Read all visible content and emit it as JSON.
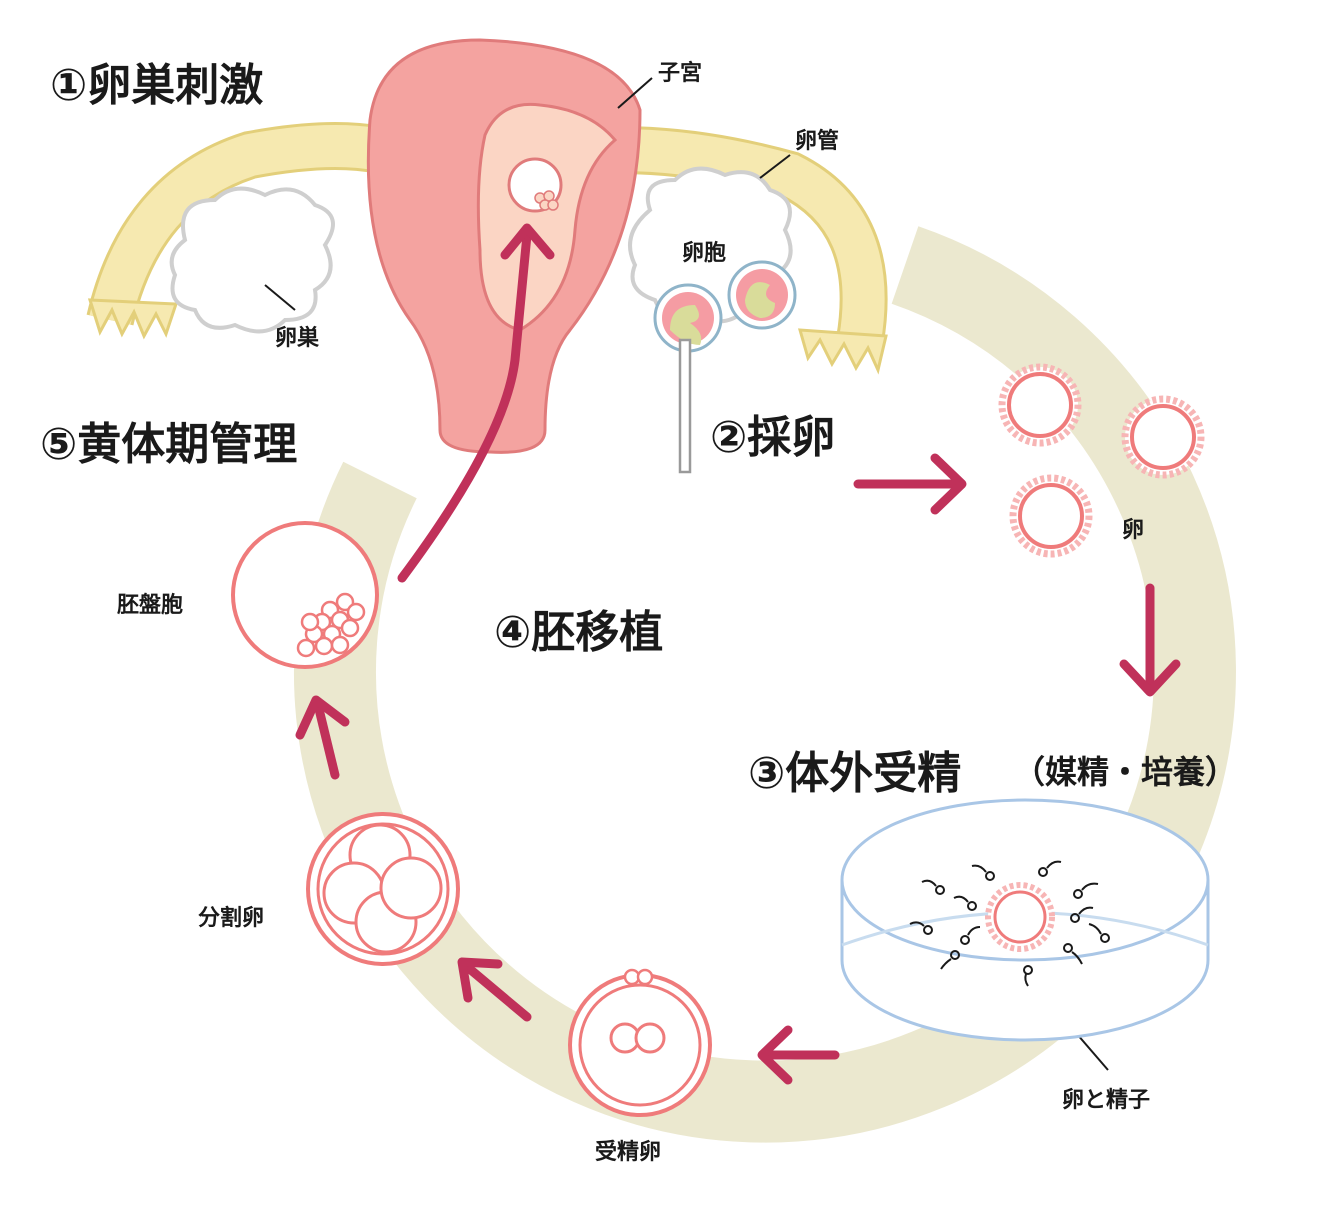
{
  "steps": {
    "s1": "①卵巣刺激",
    "s2": "②採卵",
    "s3": "③体外受精",
    "s3_sub": "（媒精・培養）",
    "s4": "④胚移植",
    "s5": "⑤黄体期管理"
  },
  "labels": {
    "uterus": "子宮",
    "tube": "卵管",
    "follicle": "卵胞",
    "ovary": "卵巣",
    "egg": "卵",
    "egg_sperm": "卵と精子",
    "fertilized": "受精卵",
    "cleavage": "分割卵",
    "blastocyst": "胚盤胞"
  },
  "colors": {
    "arrow": "#c0315a",
    "cycle_ring": "#ebe8cf",
    "uterus": "#f4a3a0",
    "tube": "#f6e9b0",
    "egg_line": "#ef7b7e",
    "dish": "#a9c6e6"
  }
}
